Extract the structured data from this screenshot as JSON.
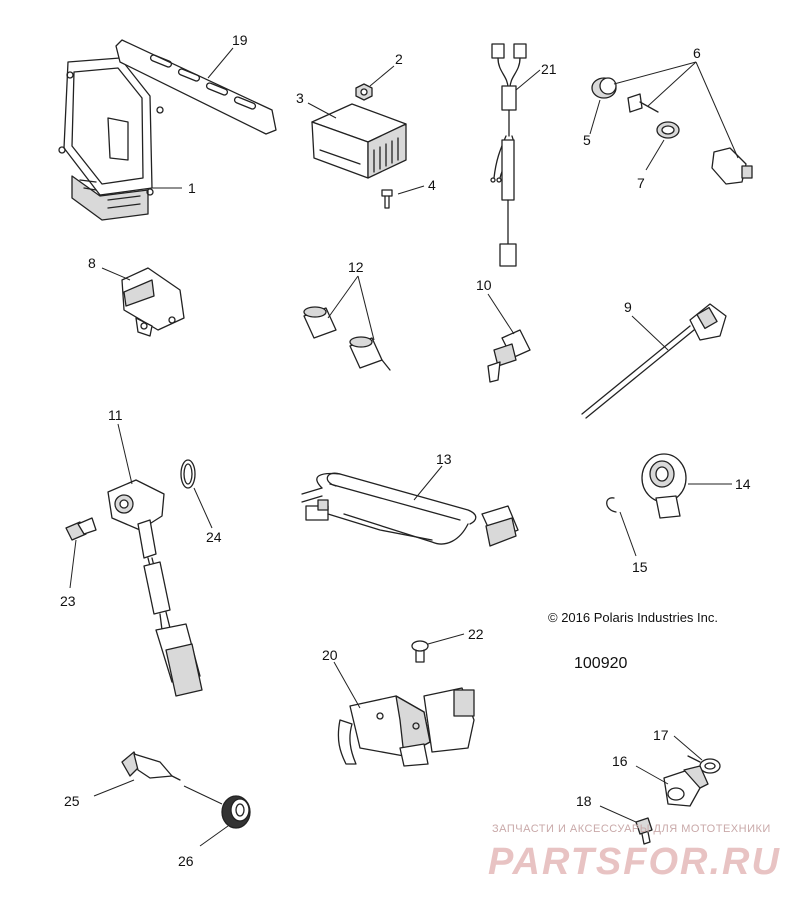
{
  "callouts": {
    "c1": "1",
    "c2": "2",
    "c3": "3",
    "c4": "4",
    "c5": "5",
    "c6": "6",
    "c7": "7",
    "c8": "8",
    "c9": "9",
    "c10": "10",
    "c11": "11",
    "c12": "12",
    "c13": "13",
    "c14": "14",
    "c15": "15",
    "c16": "16",
    "c17": "17",
    "c18": "18",
    "c19": "19",
    "c20": "20",
    "c21": "21",
    "c22": "22",
    "c23": "23",
    "c24": "24",
    "c25": "25",
    "c26": "26"
  },
  "copyright": "© 2016 Polaris Industries Inc.",
  "diagram_ref": "100920",
  "watermark": {
    "tagline": "ЗАПЧАСТИ И АКСЕССУАРЫ ДЛЯ МОТОТЕХНИКИ",
    "brand": "PARTSFOR.RU",
    "color": "#e8c3c3"
  }
}
